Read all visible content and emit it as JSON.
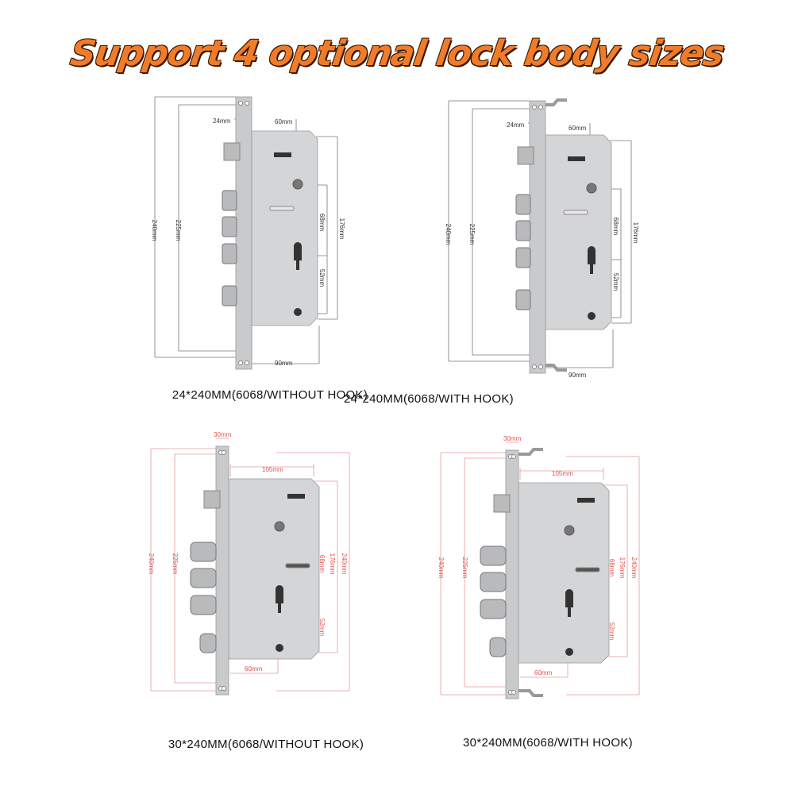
{
  "title": "Support 4 optional lock body sizes",
  "colors": {
    "title": "#f07c2a",
    "dim_gray": "#555555",
    "dim_red": "#e08080",
    "steel": "#c9cacc"
  },
  "panels": [
    {
      "caption": "24*240MM(6068/WITHOUT HOOK)",
      "hook": false,
      "style": "square",
      "dims": {
        "total": "240mm",
        "inner": "225mm",
        "face": "24mm",
        "backset": "60mm",
        "body": "176mm",
        "upper": "68mm",
        "lower": "52mm",
        "width": "90mm"
      }
    },
    {
      "caption": "24*240MM(6068/WITH HOOK)",
      "hook": true,
      "style": "square",
      "dims": {
        "total": "240mm",
        "inner": "225mm",
        "face": "24mm",
        "backset": "60mm",
        "body": "176mm",
        "upper": "68mm",
        "lower": "52mm",
        "width": "90mm"
      }
    },
    {
      "caption": "30*240MM(6068/WITHOUT HOOK)",
      "hook": false,
      "style": "round",
      "dims": {
        "face": "30mm",
        "width": "105mm",
        "total": "240mm",
        "inner": "225mm",
        "upper": "68mm",
        "body": "176mm",
        "total_right": "240mm",
        "lower": "52mm",
        "backset": "60mm"
      }
    },
    {
      "caption": "30*240MM(6068/WITH HOOK)",
      "hook": true,
      "style": "round",
      "dims": {
        "face": "30mm",
        "width": "105mm",
        "total": "240mm",
        "inner": "225mm",
        "upper": "68mm",
        "body": "176mm",
        "total_right": "240mm",
        "lower": "52mm",
        "backset": "60mm"
      }
    }
  ]
}
